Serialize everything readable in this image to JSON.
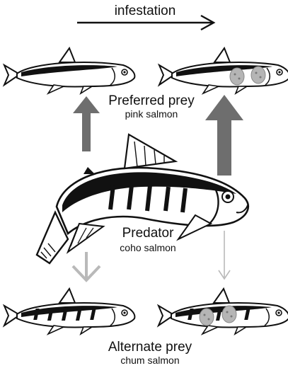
{
  "infestation_label": "infestation",
  "preferred_prey": {
    "title": "Preferred prey",
    "species": "pink salmon"
  },
  "predator": {
    "title": "Predator",
    "species": "coho salmon"
  },
  "alternate_prey": {
    "title": "Alternate prey",
    "species": "chum salmon"
  },
  "colors": {
    "strong_arrow": "#6e6e6e",
    "weak_arrow": "#b9b9b9",
    "lice": "#b5b5b5",
    "ink": "#111111"
  }
}
